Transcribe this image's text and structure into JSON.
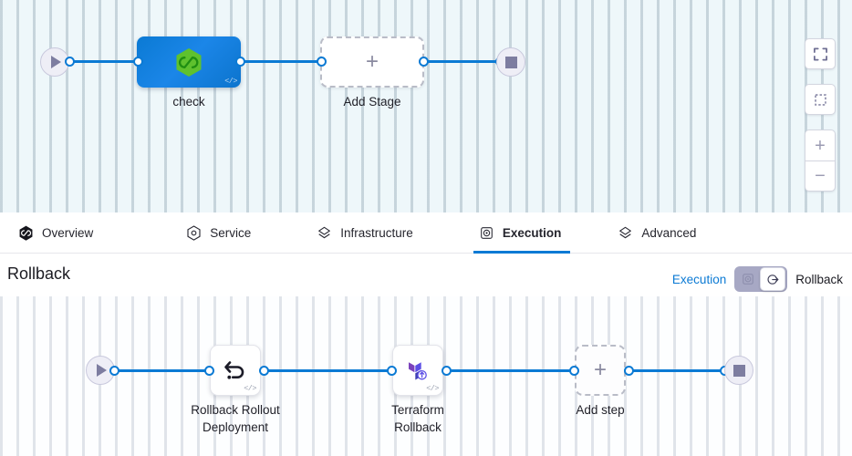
{
  "top_canvas": {
    "start_node": {
      "icon": "play-icon"
    },
    "end_node": {
      "icon": "stop-icon"
    },
    "stages": [
      {
        "id": "check",
        "label": "check",
        "type": "stage",
        "icon": "harness-hexagon-icon",
        "badge": "</>"
      },
      {
        "id": "add-stage",
        "label": "Add Stage",
        "type": "add",
        "icon": "plus-icon"
      }
    ],
    "controls": [
      {
        "name": "fit-to-screen-button",
        "icon": "expand-corners-icon"
      },
      {
        "name": "zoom-to-selection-button",
        "icon": "dashed-square-icon"
      },
      {
        "name": "zoom-in-button",
        "icon": "plus-icon",
        "label": "+"
      },
      {
        "name": "zoom-out-button",
        "icon": "minus-icon",
        "label": "−"
      }
    ]
  },
  "tabs": [
    {
      "id": "overview",
      "label": "Overview",
      "icon": "harness-hexagon-icon",
      "active": false
    },
    {
      "id": "service",
      "label": "Service",
      "icon": "service-hexagon-icon",
      "active": false
    },
    {
      "id": "infrastructure",
      "label": "Infrastructure",
      "icon": "layers-icon",
      "active": false
    },
    {
      "id": "execution",
      "label": "Execution",
      "icon": "execution-icon",
      "active": true
    },
    {
      "id": "advanced",
      "label": "Advanced",
      "icon": "layers-icon",
      "active": false
    }
  ],
  "rollback_section": {
    "title": "Rollback",
    "toggle": {
      "left_label": "Execution",
      "right_label": "Rollback",
      "left_icon": "execution-icon",
      "right_icon": "rollback-arrow-icon",
      "selected": "Rollback"
    },
    "start_node": {
      "icon": "play-icon"
    },
    "end_node": {
      "icon": "stop-icon"
    },
    "steps": [
      {
        "id": "rollback-rollout-deployment",
        "label": "Rollback Rollout\nDeployment",
        "type": "step",
        "icon": "undo-arrow-icon",
        "badge": "</>"
      },
      {
        "id": "terraform-rollback",
        "label": "Terraform\nRollback",
        "type": "step",
        "icon": "terraform-icon",
        "badge": "</>"
      },
      {
        "id": "add-step",
        "label": "Add step",
        "type": "add",
        "icon": "plus-icon"
      }
    ]
  },
  "colors": {
    "accent_blue": "#0b7ad4",
    "stage_blue": "#1b86e8",
    "harness_green": "#5fc12e",
    "terraform_purple": "#7b42bc",
    "canvas_top_bg": "#eef7fa",
    "terminal_bg": "#eeeef6",
    "toggle_track": "#a7a8c4"
  }
}
